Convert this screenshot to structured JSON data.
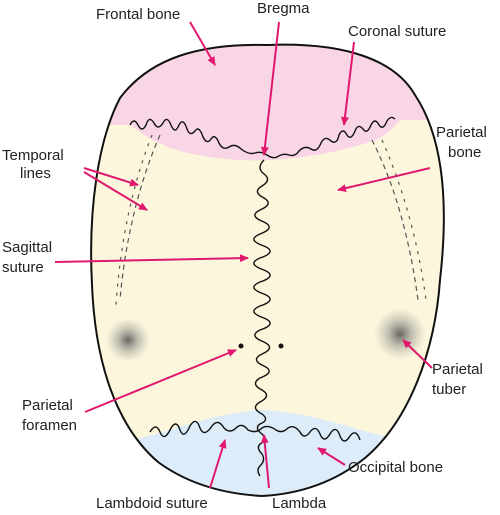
{
  "colors": {
    "frontal": "#f9d6e6",
    "parietal": "#fbf6dc",
    "occipital": "#dcecf8",
    "arrow": "#e0186e",
    "outline": "#111111",
    "text": "#222222"
  },
  "labels": {
    "frontal_bone": "Frontal bone",
    "bregma": "Bregma",
    "coronal_suture": "Coronal suture",
    "temporal_lines_1": "Temporal",
    "temporal_lines_2": "lines",
    "parietal_bone_1": "Parietal",
    "parietal_bone_2": "bone",
    "sagittal_suture_1": "Sagittal",
    "sagittal_suture_2": "suture",
    "parietal_foramen_1": "Parietal",
    "parietal_foramen_2": "foramen",
    "parietal_tuber_1": "Parietal",
    "parietal_tuber_2": "tuber",
    "occipital_bone": "Occipital bone",
    "lambdoid_suture": "Lambdoid suture",
    "lambda": "Lambda"
  }
}
